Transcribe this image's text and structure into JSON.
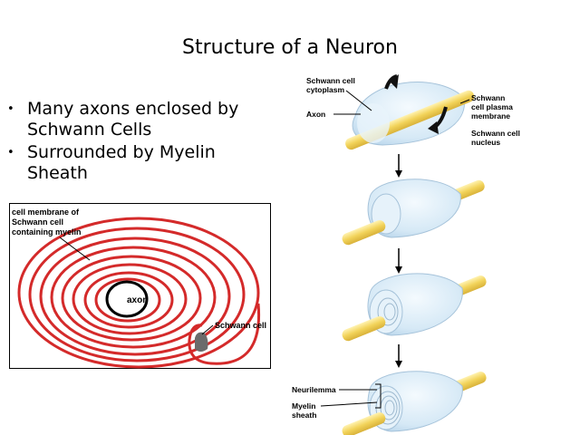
{
  "slide": {
    "title": "Structure of a Neuron",
    "bullets": [
      "Many axons enclosed by Schwann Cells",
      "Surrounded by Myelin Sheath"
    ]
  },
  "spiral_diagram": {
    "label_membrane_line1": "cell membrane of",
    "label_membrane_line2": "Schwann cell",
    "label_membrane_line3": "containing myelin",
    "label_axon": "axon",
    "label_schwann": "Schwann cell",
    "colors": {
      "membrane": "#d42a2a",
      "nucleus": "#6b6b6b"
    }
  },
  "flow_diagram": {
    "label_cytoplasm_1": "Schwann cell",
    "label_cytoplasm_2": "cytoplasm",
    "label_axon": "Axon",
    "label_plasma_1": "Schwann",
    "label_plasma_2": "cell plasma",
    "label_plasma_3": "membrane",
    "label_nucleus_1": "Schwann cell",
    "label_nucleus_2": "nucleus",
    "label_neurilemma": "Neurilemma",
    "label_myelin_1": "Myelin",
    "label_myelin_2": "sheath",
    "colors": {
      "axon": "#f2d35a",
      "cell": "#cfe4f3",
      "outline": "#9fb8cc"
    }
  }
}
